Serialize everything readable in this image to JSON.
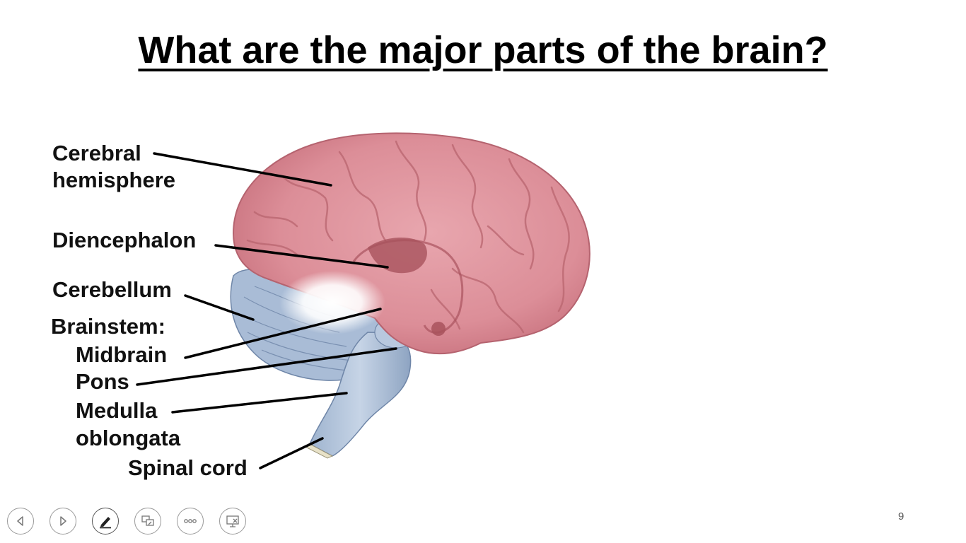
{
  "slide": {
    "title": "What are the major parts of the brain?",
    "page_number": "9"
  },
  "labels": {
    "cerebral_line1": "Cerebral",
    "cerebral_line2": "hemisphere",
    "diencephalon": "Diencephalon",
    "cerebellum": "Cerebellum",
    "brainstem": "Brainstem:",
    "midbrain": "Midbrain",
    "pons": "Pons",
    "medulla_line1": "Medulla",
    "medulla_line2": "oblongata",
    "spinal_cord": "Spinal cord"
  },
  "toolbar": {
    "buttons": [
      "previous-slide",
      "next-slide",
      "pen-tool",
      "slide-sorter",
      "more-options",
      "end-show"
    ]
  }
}
